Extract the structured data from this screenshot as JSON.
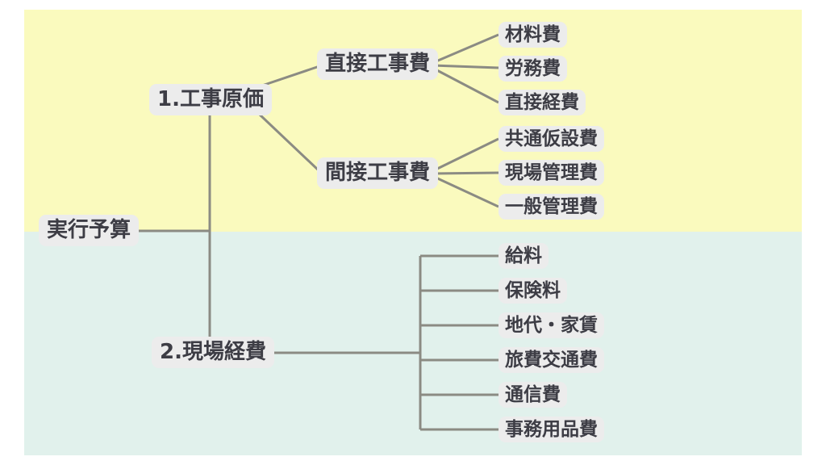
{
  "colors": {
    "frame_background": "#ffffff",
    "upper_background": "#fafabe",
    "lower_background": "#e1f1ec",
    "node_background": "#ececec",
    "node_text": "#3d3d45",
    "connector": "#8b8b83"
  },
  "tree": {
    "root": {
      "label": "実行予算"
    },
    "branch1": {
      "label": "1.工事原価",
      "direct": {
        "label": "直接工事費",
        "items": [
          "材料費",
          "労務費",
          "直接経費"
        ]
      },
      "indirect": {
        "label": "間接工事費",
        "items": [
          "共通仮設費",
          "現場管理費",
          "一般管理費"
        ]
      }
    },
    "branch2": {
      "label": "2.現場経費",
      "items": [
        "給料",
        "保険料",
        "地代・家賃",
        "旅費交通費",
        "通信費",
        "事務用品費"
      ]
    }
  }
}
